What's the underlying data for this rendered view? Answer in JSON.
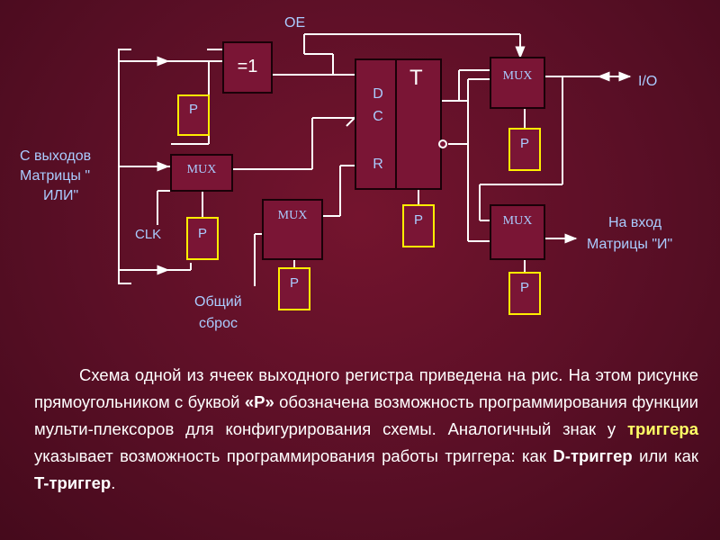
{
  "colors": {
    "background": "#5a0f26",
    "block_fill": "#7a1535",
    "block_stroke": "#1a0008",
    "p_stroke": "#ffee00",
    "label": "#aaccff",
    "line": "#ffffff"
  },
  "diagram": {
    "xor_label": "=1",
    "mux_label": "MUX",
    "p_label": "P",
    "trigger_label": "T",
    "d_label": "D",
    "c_label": "C",
    "r_label": "R",
    "oe_label": "OE",
    "io_label": "I/O",
    "clk_label": "CLK",
    "source_label": [
      "С выходов",
      "Матрицы \"",
      "ИЛИ\""
    ],
    "reset_label": [
      "Общий",
      "сброс"
    ],
    "dest_label": [
      "На вход",
      "Матрицы \"И\""
    ]
  },
  "caption": {
    "s1": "Схема одной из ячеек выходного регистра приведена на рис. На этом рисунке прямоугольником с буквой ",
    "b1": "«P»",
    "s2": " обозначена возможность программирования функции мульти-плексоров для конфигурирования схемы. Аналогичный знак у ",
    "b2": "триггера",
    "s3": " указывает возможность программирования работы триггера: как ",
    "b3": "D-триггер",
    "s4": " или как ",
    "b4": "T-триггер",
    "s5": "."
  }
}
